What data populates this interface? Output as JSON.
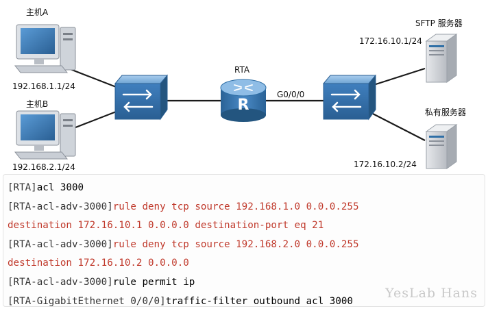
{
  "topology": {
    "hosts": [
      {
        "name": "主机A",
        "ip": "192.168.1.1/24"
      },
      {
        "name": "主机B",
        "ip": "192.168.2.1/24"
      }
    ],
    "router": {
      "name": "RTA",
      "interface": "G0/0/0"
    },
    "servers": [
      {
        "name": "SFTP 服务器",
        "ip": "172.16.10.1/24"
      },
      {
        "name": "私有服务器",
        "ip": "172.16.10.2/24"
      }
    ]
  },
  "console": {
    "lines": [
      {
        "prompt": "[RTA]",
        "cmd": "acl 3000",
        "red": false
      },
      {
        "prompt": "[RTA-acl-adv-3000]",
        "cmd": "rule deny tcp source 192.168.1.0 0.0.0.255",
        "red": true
      },
      {
        "prompt": "",
        "cmd": "destination 172.16.10.1 0.0.0.0 destination-port eq 21",
        "red": true
      },
      {
        "prompt": "[RTA-acl-adv-3000]",
        "cmd": "rule deny tcp source 192.168.2.0 0.0.0.255",
        "red": true
      },
      {
        "prompt": "",
        "cmd": "destination 172.16.10.2 0.0.0.0",
        "red": true
      },
      {
        "prompt": "[RTA-acl-adv-3000]",
        "cmd": "rule permit ip",
        "red": false
      },
      {
        "prompt": "[RTA-GigabitEthernet 0/0/0]",
        "cmd": "traffic-filter outbound acl 3000",
        "red": false
      }
    ]
  },
  "watermark": "YesLab Hans",
  "colors": {
    "device_blue": "#3d7bb8",
    "router_blue": "#2f6fa6",
    "command_red": "#c0392b"
  }
}
